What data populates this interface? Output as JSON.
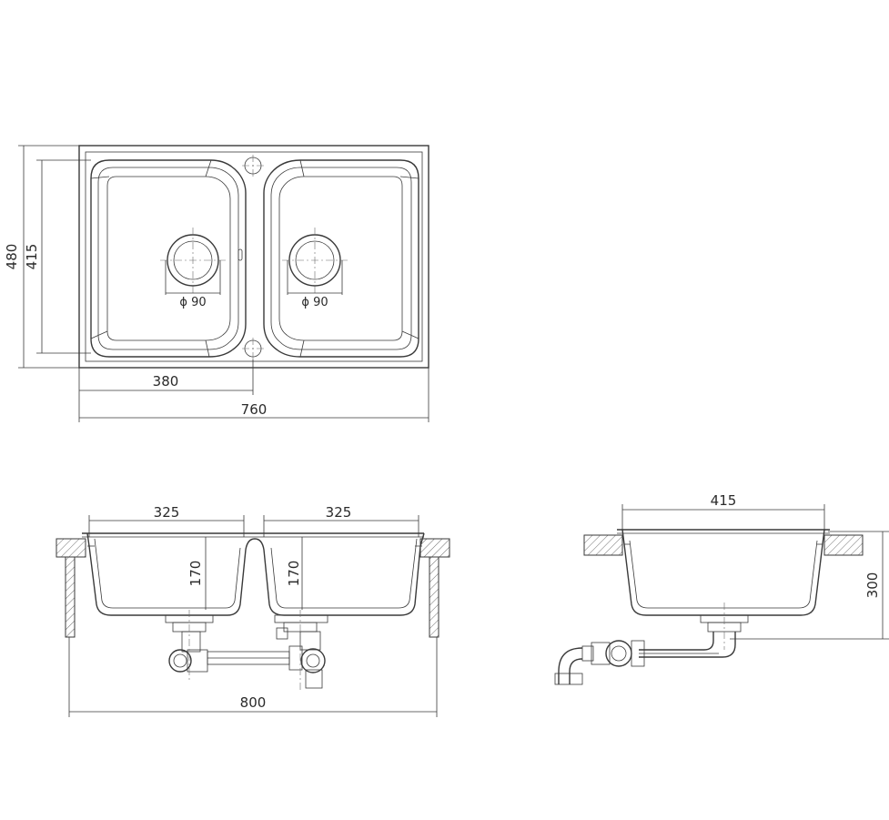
{
  "top_view": {
    "overall_width": "760",
    "overall_height": "480",
    "bowl_height": "415",
    "bowl_offset": "380",
    "drain_left": "ϕ 90",
    "drain_right": "ϕ 90"
  },
  "front_view": {
    "bowl_left_width": "325",
    "bowl_right_width": "325",
    "bowl_left_depth": "170",
    "bowl_right_depth": "170",
    "overall_width": "800"
  },
  "side_view": {
    "bowl_width": "415",
    "siphon_depth": "300"
  }
}
